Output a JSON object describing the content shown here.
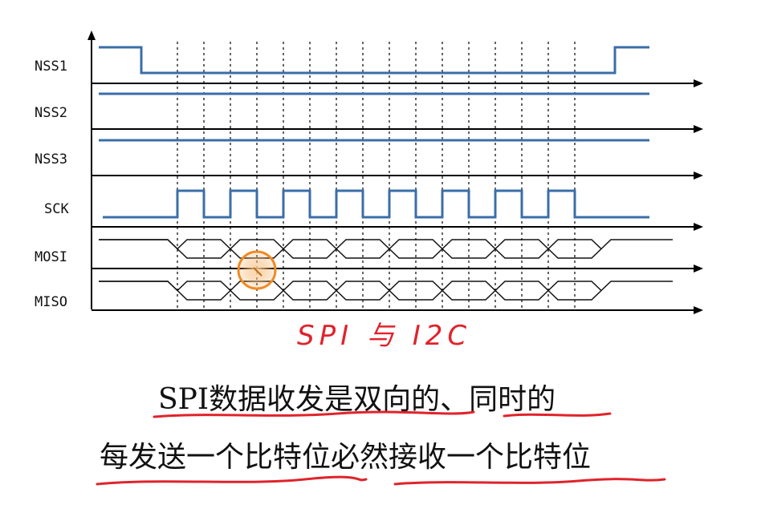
{
  "signals": [
    {
      "name": "NSS1",
      "kind": "level",
      "levels": [
        1,
        0,
        0,
        0,
        0,
        0,
        0,
        0,
        0,
        0,
        1
      ]
    },
    {
      "name": "NSS2",
      "kind": "level",
      "levels": [
        1,
        1,
        1,
        1,
        1,
        1,
        1,
        1,
        1,
        1,
        1
      ]
    },
    {
      "name": "NSS3",
      "kind": "level",
      "levels": [
        1,
        1,
        1,
        1,
        1,
        1,
        1,
        1,
        1,
        1,
        1
      ]
    },
    {
      "name": "SCK",
      "kind": "clock",
      "idle": 0,
      "pulses": 8
    },
    {
      "name": "MOSI",
      "kind": "data",
      "bits": 8
    },
    {
      "name": "MISO",
      "kind": "data",
      "bits": 8
    }
  ],
  "handwritten_note": "SPI 与 I2C",
  "caption": {
    "line1": "SPI数据收发是双向的、同时的",
    "line2": "每发送一个比特位必然接收一个比特位"
  },
  "colors": {
    "signal_blue": "#3b6ea8",
    "annotation_red": "#e0232b",
    "cursor_orange": "#f08a24"
  },
  "icons": {
    "cursor": "cursor-highlight-icon"
  }
}
